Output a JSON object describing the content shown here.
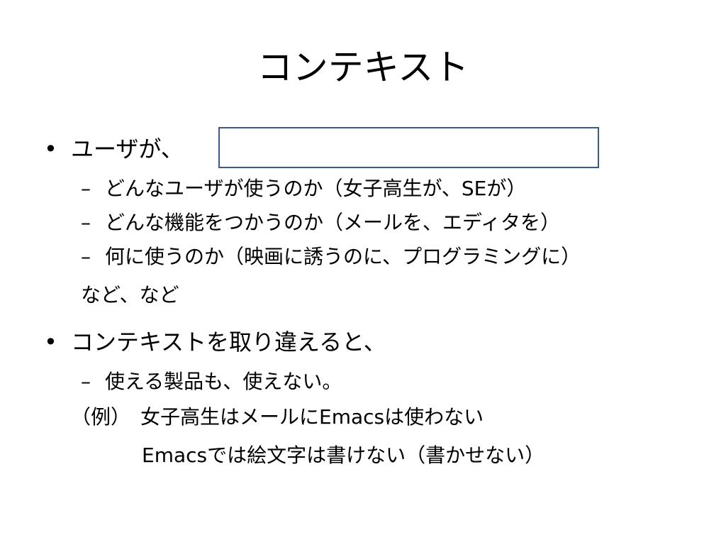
{
  "title": "コンテキスト",
  "bullets": [
    {
      "marker": "•",
      "text": "ユーザが、",
      "sub": [
        {
          "marker": "–",
          "text": "どんなユーザが使うのか（女子高生が、SEが）"
        },
        {
          "marker": "–",
          "text": "どんな機能をつかうのか（メールを、エディタを）"
        },
        {
          "marker": "–",
          "text": "何に使うのか（映画に誘うのに、プログラミングに）"
        }
      ],
      "continuation": "など、など"
    },
    {
      "marker": "•",
      "text": "コンテキストを取り違えると、",
      "sub": [
        {
          "marker": "–",
          "text": "使える製品も、使えない。"
        }
      ],
      "example_line1": "（例）　女子高生はメールにEmacsは使わない",
      "example_line2": "Emacsでは絵文字は書けない（書かせない）"
    }
  ],
  "colors": {
    "box_border": "#3a5a8c",
    "text": "#000000",
    "background": "#ffffff"
  }
}
